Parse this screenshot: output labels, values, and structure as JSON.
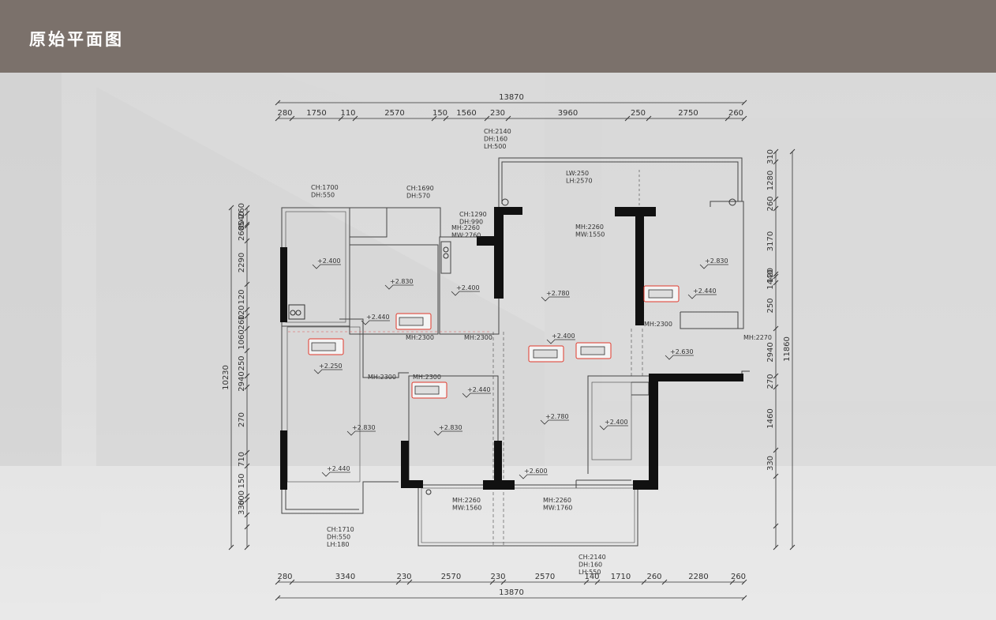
{
  "header": {
    "title": "原始平面图"
  },
  "colors": {
    "header_bg": "#7b716b",
    "wall": "#111111",
    "line": "#444444",
    "ac_unit": "#e0392b"
  },
  "dimensions": {
    "top_total": "13870",
    "top_segments": [
      "280",
      "1750",
      "110",
      "2570",
      "150",
      "1560",
      "230",
      "3960",
      "250",
      "2750",
      "260"
    ],
    "bottom_total": "13870",
    "bottom_segments": [
      "280",
      "3340",
      "230",
      "2570",
      "230",
      "2570",
      "140",
      "1710",
      "260",
      "2280",
      "260"
    ],
    "left_total": "10230",
    "left_segments": [
      "260",
      "540",
      "80",
      "260",
      "2290",
      "120",
      "120",
      "260",
      "1060",
      "250",
      "2940",
      "270",
      "710",
      "150",
      "600",
      "330"
    ],
    "right_total": "11860",
    "right_segments": [
      "310",
      "1280",
      "260",
      "3170",
      "120",
      "1440",
      "250",
      "2940",
      "270",
      "1460",
      "330"
    ]
  },
  "notes": [
    {
      "id": "note-top-window",
      "lines": [
        "CH:2140",
        "DH:160",
        "LH:500"
      ]
    },
    {
      "id": "note-bedroom1-window",
      "lines": [
        "CH:1700",
        "DH:550"
      ]
    },
    {
      "id": "note-bedroom2-window",
      "lines": [
        "CH:1690",
        "DH:570"
      ]
    },
    {
      "id": "note-bath-window",
      "lines": [
        "CH:1290",
        "DH:990"
      ]
    },
    {
      "id": "note-bath-door",
      "lines": [
        "MH:2260",
        "MW:2760"
      ]
    },
    {
      "id": "note-balcony-beam",
      "lines": [
        "LW:250",
        "LH:2570"
      ]
    },
    {
      "id": "note-living-door",
      "lines": [
        "MH:2260",
        "MW:1550"
      ]
    },
    {
      "id": "note-bottom-left-window",
      "lines": [
        "CH:1710",
        "DH:550",
        "LH:180"
      ]
    },
    {
      "id": "note-bottom-door1",
      "lines": [
        "MH:2260",
        "MW:1560"
      ]
    },
    {
      "id": "note-bottom-door2",
      "lines": [
        "MH:2260",
        "MW:1760"
      ]
    },
    {
      "id": "note-bottom-window",
      "lines": [
        "CH:2140",
        "DH:160",
        "LH:550"
      ]
    }
  ],
  "door_heights": [
    {
      "id": "dh-1",
      "label": "MH:2300"
    },
    {
      "id": "dh-2",
      "label": "MH:2300"
    },
    {
      "id": "dh-3",
      "label": "MH:2300"
    },
    {
      "id": "dh-4",
      "label": "MH:2300"
    },
    {
      "id": "dh-5",
      "label": "MH:2300"
    },
    {
      "id": "dh-6",
      "label": "MH:2270"
    }
  ],
  "elevations": [
    {
      "id": "el-1",
      "label": "+2.400"
    },
    {
      "id": "el-2",
      "label": "+2.830"
    },
    {
      "id": "el-3",
      "label": "+2.400"
    },
    {
      "id": "el-4",
      "label": "+2.440"
    },
    {
      "id": "el-5",
      "label": "+2.780"
    },
    {
      "id": "el-6",
      "label": "+2.830"
    },
    {
      "id": "el-7",
      "label": "+2.440"
    },
    {
      "id": "el-8",
      "label": "+2.400"
    },
    {
      "id": "el-9",
      "label": "+2.630"
    },
    {
      "id": "el-10",
      "label": "+2.250"
    },
    {
      "id": "el-11",
      "label": "+2.440"
    },
    {
      "id": "el-12",
      "label": "+2.830"
    },
    {
      "id": "el-13",
      "label": "+2.830"
    },
    {
      "id": "el-14",
      "label": "+2.780"
    },
    {
      "id": "el-15",
      "label": "+2.400"
    },
    {
      "id": "el-16",
      "label": "+2.440"
    },
    {
      "id": "el-17",
      "label": "+2.600"
    }
  ]
}
